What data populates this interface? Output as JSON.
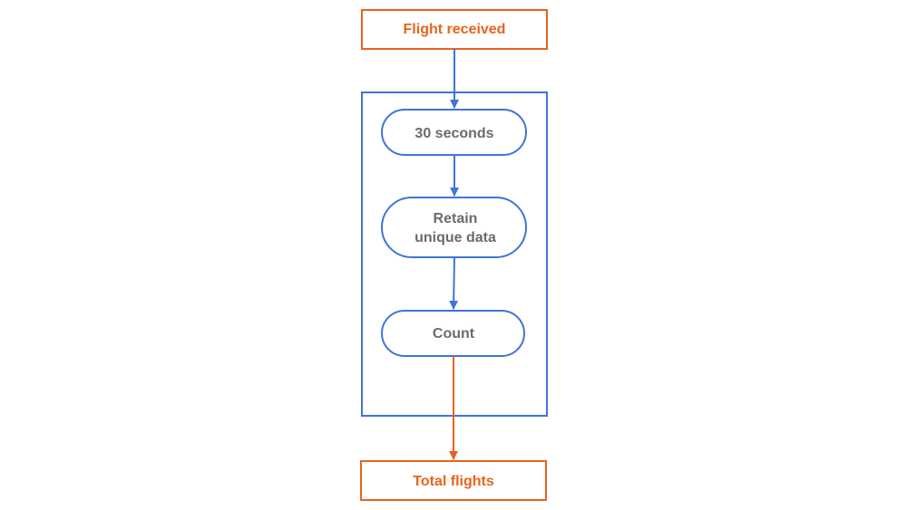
{
  "colors": {
    "orange": "#E8631C",
    "blue": "#3F74DA",
    "gray_text": "#6B6B6B",
    "background": "#FFFFFF"
  },
  "nodes": {
    "start": {
      "label": "Flight received"
    },
    "step1": {
      "label": "30 seconds"
    },
    "step2": {
      "line1": "Retain",
      "line2": "unique data"
    },
    "step3": {
      "label": "Count"
    },
    "end": {
      "label": "Total flights"
    }
  }
}
